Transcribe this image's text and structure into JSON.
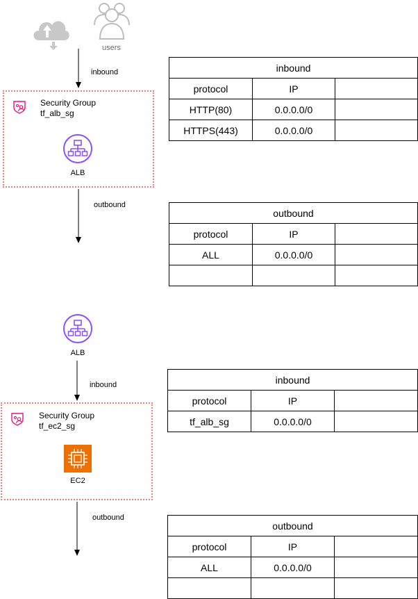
{
  "top": {
    "users_label": "users",
    "edge_inbound": "inbound",
    "security_group": {
      "title": "Security Group",
      "name": "tf_alb_sg",
      "resource_label": "ALB"
    },
    "edge_outbound": "outbound",
    "inbound_table": {
      "caption": "inbound",
      "headers": [
        "protocol",
        "IP",
        ""
      ],
      "rows": [
        [
          "HTTP(80)",
          "0.0.0.0/0",
          ""
        ],
        [
          "HTTPS(443)",
          "0.0.0.0/0",
          ""
        ]
      ]
    },
    "outbound_table": {
      "caption": "outbound",
      "headers": [
        "protocol",
        "IP",
        ""
      ],
      "rows": [
        [
          "ALL",
          "0.0.0.0/0",
          ""
        ],
        [
          "",
          "",
          ""
        ]
      ]
    }
  },
  "bottom": {
    "source_label": "ALB",
    "edge_inbound": "inbound",
    "security_group": {
      "title": "Security Group",
      "name": "tf_ec2_sg",
      "resource_label": "EC2"
    },
    "edge_outbound": "outbound",
    "inbound_table": {
      "caption": "inbound",
      "headers": [
        "protocol",
        "IP",
        ""
      ],
      "rows": [
        [
          "tf_alb_sg",
          "0.0.0.0/0",
          ""
        ]
      ]
    },
    "outbound_table": {
      "caption": "outbound",
      "headers": [
        "protocol",
        "IP",
        ""
      ],
      "rows": [
        [
          "ALL",
          "0.0.0.0/0",
          ""
        ],
        [
          "",
          "",
          ""
        ]
      ]
    }
  },
  "colors": {
    "alb_purple": "#8c4fff",
    "ec2_orange": "#ed7100",
    "sg_red": "#e7157b",
    "sg_border": "#f08080",
    "icon_gray": "#c8c8c8"
  }
}
